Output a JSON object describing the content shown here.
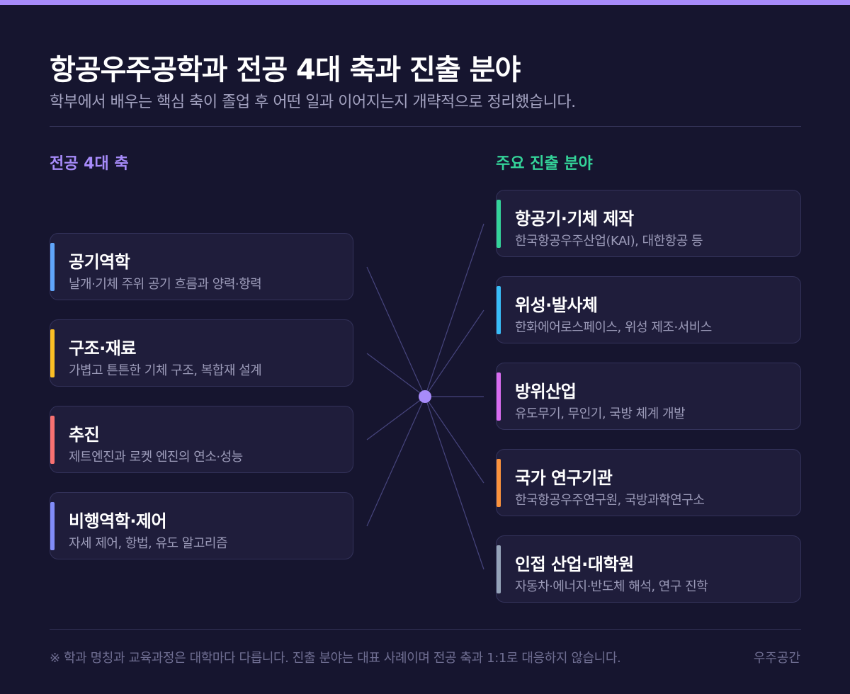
{
  "header": {
    "title": "항공우주공학과 전공 4대 축과 진출 분야",
    "subtitle": "학부에서 배우는 핵심 축이 졸업 후 어떤 일과 이어지는지 개략적으로 정리했습니다."
  },
  "colors": {
    "accent": "#a78bfa",
    "left_heading": "#a78bfa",
    "right_heading": "#34d399"
  },
  "left": {
    "heading": "전공 4대 축",
    "items": [
      {
        "title": "공기역학",
        "desc": "날개·기체 주위 공기 흐름과 양력·항력",
        "color": "#60a5fa"
      },
      {
        "title": "구조·재료",
        "desc": "가볍고 튼튼한 기체 구조, 복합재 설계",
        "color": "#fbbf24"
      },
      {
        "title": "추진",
        "desc": "제트엔진과 로켓 엔진의 연소·성능",
        "color": "#f87171"
      },
      {
        "title": "비행역학·제어",
        "desc": "자세 제어, 항법, 유도 알고리즘",
        "color": "#818cf8"
      }
    ]
  },
  "right": {
    "heading": "주요 진출 분야",
    "items": [
      {
        "title": "항공기·기체 제작",
        "desc": "한국항공우주산업(KAI), 대한항공 등",
        "color": "#34d399"
      },
      {
        "title": "위성·발사체",
        "desc": "한화에어로스페이스, 위성 제조·서비스",
        "color": "#38bdf8"
      },
      {
        "title": "방위산업",
        "desc": "유도무기, 무인기, 국방 체계 개발",
        "color": "#d86cf0"
      },
      {
        "title": "국가 연구기관",
        "desc": "한국항공우주연구원, 국방과학연구소",
        "color": "#fb923c"
      },
      {
        "title": "인접 산업·대학원",
        "desc": "자동차·에너지·반도체 해석, 연구 진학",
        "color": "#94a3b8"
      }
    ]
  },
  "footer": {
    "note": "※ 학과 명칭과 교육과정은 대학마다 다릅니다. 진출 분야는 대표 사례이며 전공 축과 1:1로 대응하지 않습니다.",
    "brand": "우주공간"
  }
}
